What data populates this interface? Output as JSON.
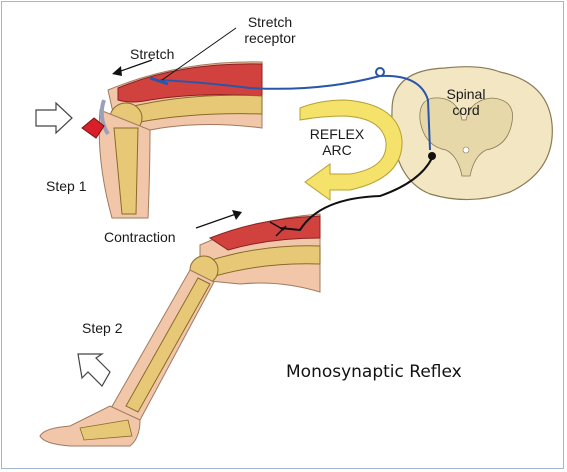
{
  "labels": {
    "stretch_receptor_line1": "Stretch",
    "stretch_receptor_line2": "receptor",
    "stretch": "Stretch",
    "spinal_cord_line1": "Spinal",
    "spinal_cord_line2": "cord",
    "reflex_arc_line1": "REFLEX",
    "reflex_arc_line2": "ARC",
    "step1": "Step 1",
    "contraction": "Contraction",
    "step2": "Step 2"
  },
  "title": "Monosynaptic Reflex",
  "colors": {
    "muscle": "#d1423f",
    "bone": "#e0c070",
    "skin": "#f2c6a8",
    "cord_gray": "#eadfb0",
    "sensory_neuron": "#2b56a8",
    "motor_neuron": "#111111",
    "arc_arrow": "#f4e26a",
    "hammer": "#d9202a"
  }
}
